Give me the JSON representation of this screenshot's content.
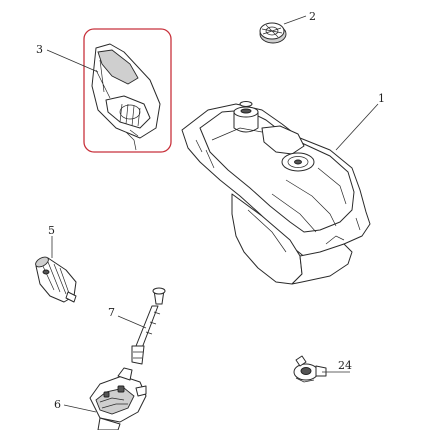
{
  "callouts": {
    "part_1": "1",
    "part_2": "2",
    "part_3": "3",
    "part_5": "5",
    "part_6": "6",
    "part_7": "7",
    "part_24": "24"
  },
  "colors": {
    "line": "#2a2a2a",
    "highlight_box": "#c8323c",
    "background": "#ffffff"
  }
}
